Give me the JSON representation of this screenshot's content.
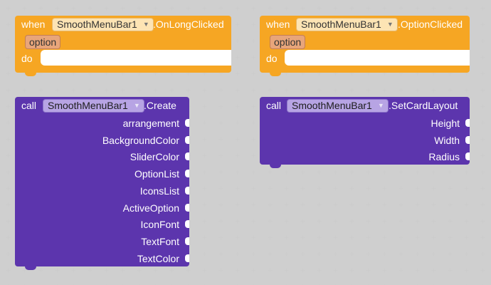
{
  "blocks": {
    "on_long_clicked": {
      "when": "when",
      "component": "SmoothMenuBar1",
      "event": ".OnLongClicked",
      "param": "option",
      "do": "do"
    },
    "option_clicked": {
      "when": "when",
      "component": "SmoothMenuBar1",
      "event": ".OptionClicked",
      "param": "option",
      "do": "do"
    },
    "create": {
      "call": "call",
      "component": "SmoothMenuBar1",
      "method": ".Create",
      "args": [
        "arrangement",
        "BackgroundColor",
        "SliderColor",
        "OptionList",
        "IconsList",
        "ActiveOption",
        "IconFont",
        "TextFont",
        "TextColor"
      ]
    },
    "set_card_layout": {
      "call": "call",
      "component": "SmoothMenuBar1",
      "method": ".SetCardLayout",
      "args": [
        "Height",
        "Width",
        "Radius"
      ]
    }
  },
  "icons": {
    "dropdown": "caret-down-icon"
  },
  "colors": {
    "event_block": "#f6a623",
    "method_block": "#5c35ad",
    "param": "#e8a57a"
  }
}
